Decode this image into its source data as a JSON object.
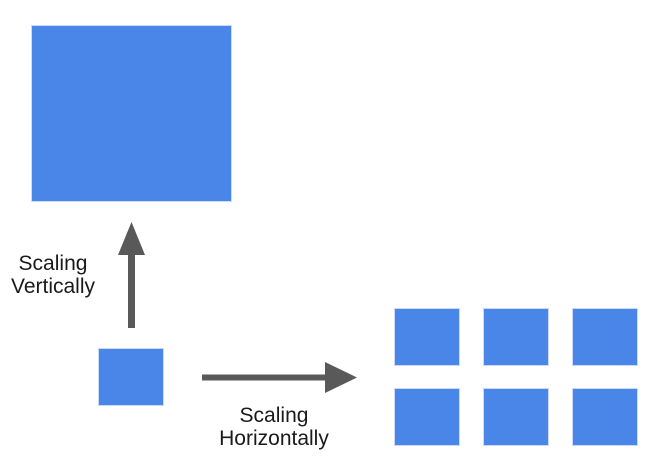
{
  "diagram": {
    "colors": {
      "background": "#ffffff",
      "square_fill": "#4a86e8",
      "square_edge": "#c9dbf8",
      "arrow": "#595959",
      "text": "#1a1a1a"
    },
    "vertical_label": {
      "line1": "Scaling",
      "line2": "Vertically"
    },
    "horizontal_label": {
      "line1": "Scaling",
      "line2": "Horizontally"
    },
    "horizontal_grid": {
      "count": 6,
      "columns": 3,
      "rows": 2
    }
  }
}
